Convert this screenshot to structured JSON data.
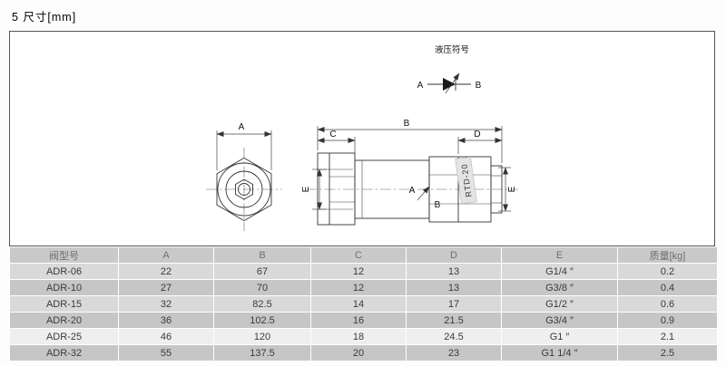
{
  "page": {
    "title": "5 尺寸[mm]"
  },
  "drawing": {
    "hydraulic_symbol": {
      "title": "液压符号",
      "port_a": "A",
      "port_b": "B"
    },
    "front_view": {
      "dim_a": "A"
    },
    "side_view": {
      "dim_b": "B",
      "dim_c": "C",
      "dim_d": "D",
      "dim_e_left": "E",
      "dim_e_right": "E",
      "body_label": "RTD-20",
      "port_a": "A",
      "port_b": "B"
    }
  },
  "table": {
    "headers": [
      "阀型号",
      "A",
      "B",
      "C",
      "D",
      "E",
      "质量[kg]"
    ],
    "rows": [
      [
        "ADR-06",
        "22",
        "67",
        "12",
        "13",
        "G1/4 ″",
        "0.2"
      ],
      [
        "ADR-10",
        "27",
        "70",
        "12",
        "13",
        "G3/8 ″",
        "0.4"
      ],
      [
        "ADR-15",
        "32",
        "82.5",
        "14",
        "17",
        "G1/2 ″",
        "0.6"
      ],
      [
        "ADR-20",
        "36",
        "102.5",
        "16",
        "21.5",
        "G3/4 ″",
        "0.9"
      ],
      [
        "ADR-25",
        "46",
        "120",
        "18",
        "24.5",
        "G1 ″",
        "2.1"
      ],
      [
        "ADR-32",
        "55",
        "137.5",
        "20",
        "23",
        "G1 1/4 ″",
        "2.5"
      ]
    ]
  }
}
